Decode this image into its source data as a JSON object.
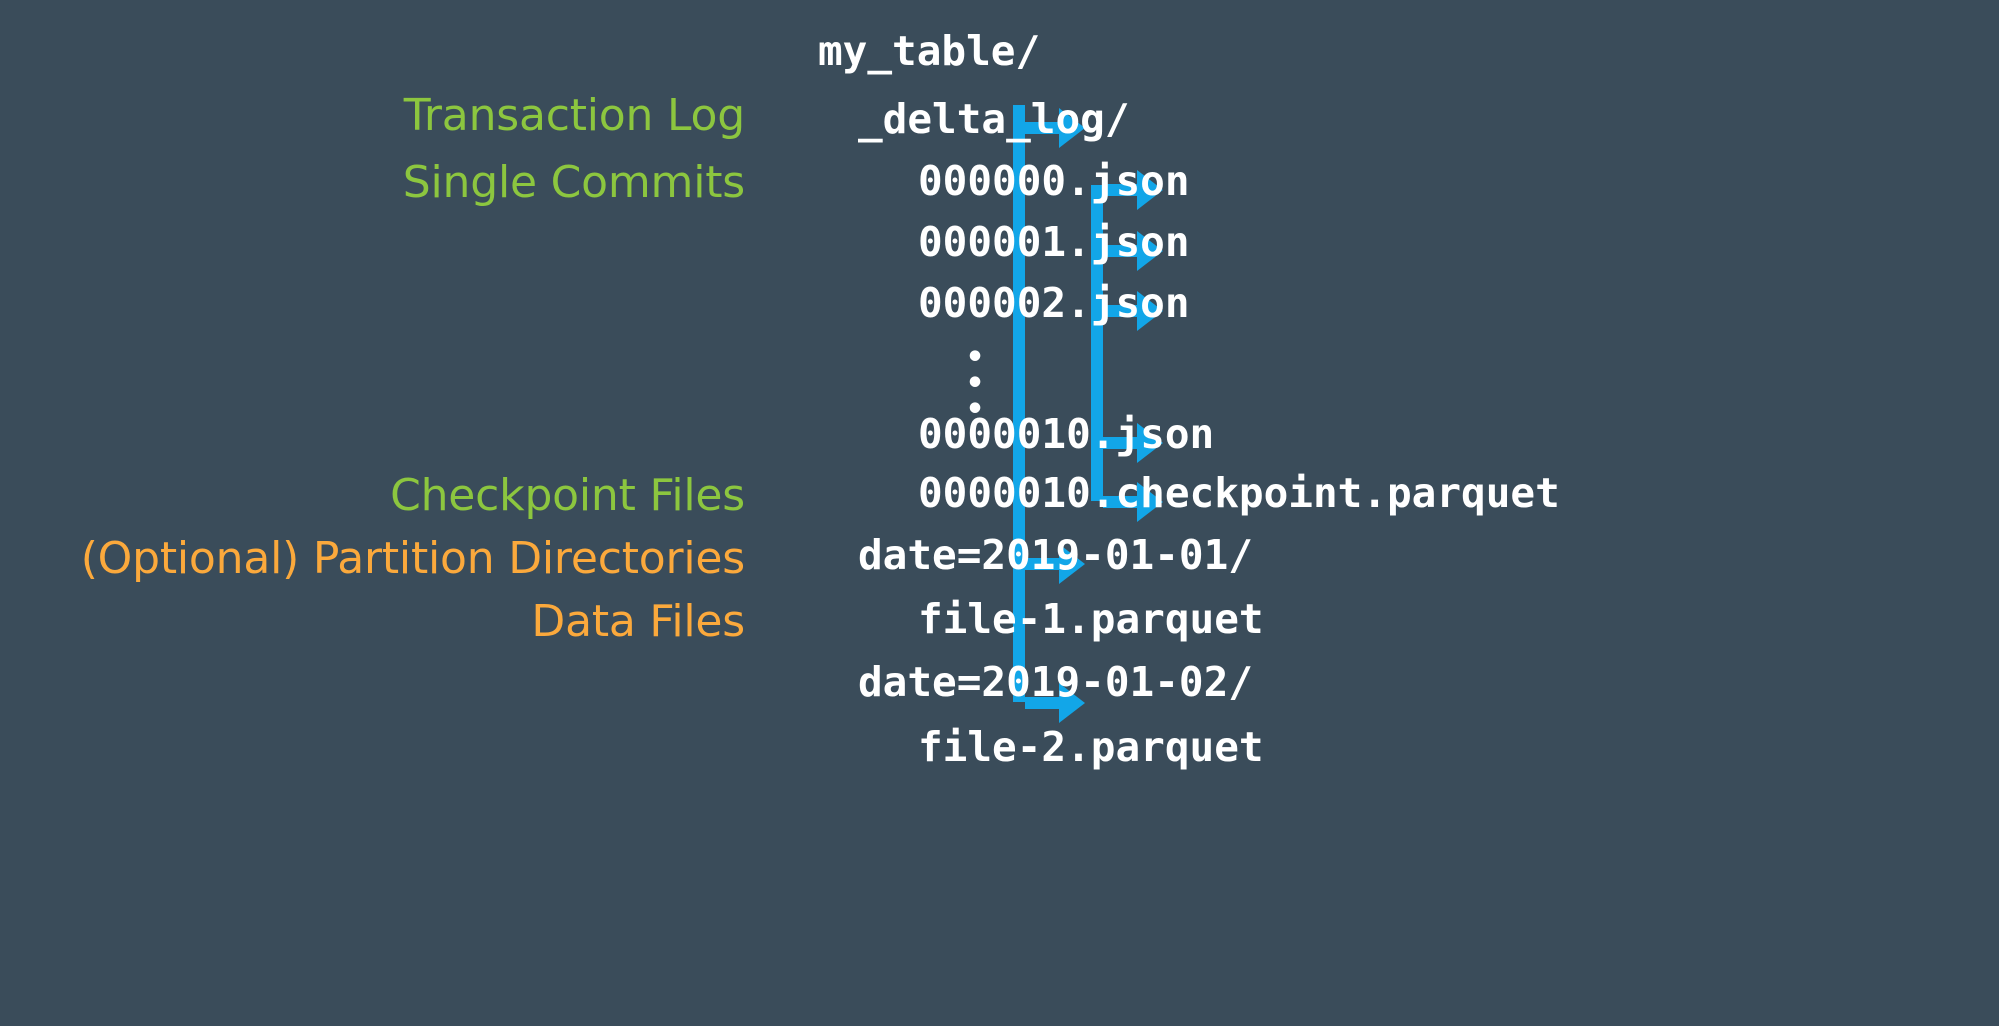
{
  "diagram": {
    "title": "Delta Lake table directory layout",
    "background_color": "#3A4C5A",
    "accent_blue": "#12A6E8",
    "green": "#8CC63F",
    "orange": "#FBA93C",
    "white": "#FFFFFF"
  },
  "labels": [
    {
      "text": "Transaction Log",
      "color": "green"
    },
    {
      "text": "Single Commits",
      "color": "green"
    },
    {
      "text": "Checkpoint Files",
      "color": "green"
    },
    {
      "text": "(Optional) Partition Directories",
      "color": "orange"
    },
    {
      "text": "Data Files",
      "color": "orange"
    }
  ],
  "tree": {
    "root": "my_table/",
    "nodes": [
      {
        "name": "_delta_log/",
        "level": 1,
        "arrow": true
      },
      {
        "name": "000000.json",
        "level": 2,
        "arrow": true
      },
      {
        "name": "000001.json",
        "level": 2,
        "arrow": true
      },
      {
        "name": "000002.json",
        "level": 2,
        "arrow": true
      },
      {
        "name": "⋮",
        "level": 3,
        "arrow": false
      },
      {
        "name": "0000010.json",
        "level": 2,
        "arrow": true
      },
      {
        "name": "0000010.checkpoint.parquet",
        "level": 2,
        "arrow": true
      },
      {
        "name": "date=2019-01-01/",
        "level": 1,
        "arrow": true
      },
      {
        "name": "file-1.parquet",
        "level": 2,
        "arrow": false
      },
      {
        "name": "date=2019-01-02/",
        "level": 1,
        "arrow": true
      },
      {
        "name": "file-2.parquet",
        "level": 2,
        "arrow": false
      }
    ]
  }
}
